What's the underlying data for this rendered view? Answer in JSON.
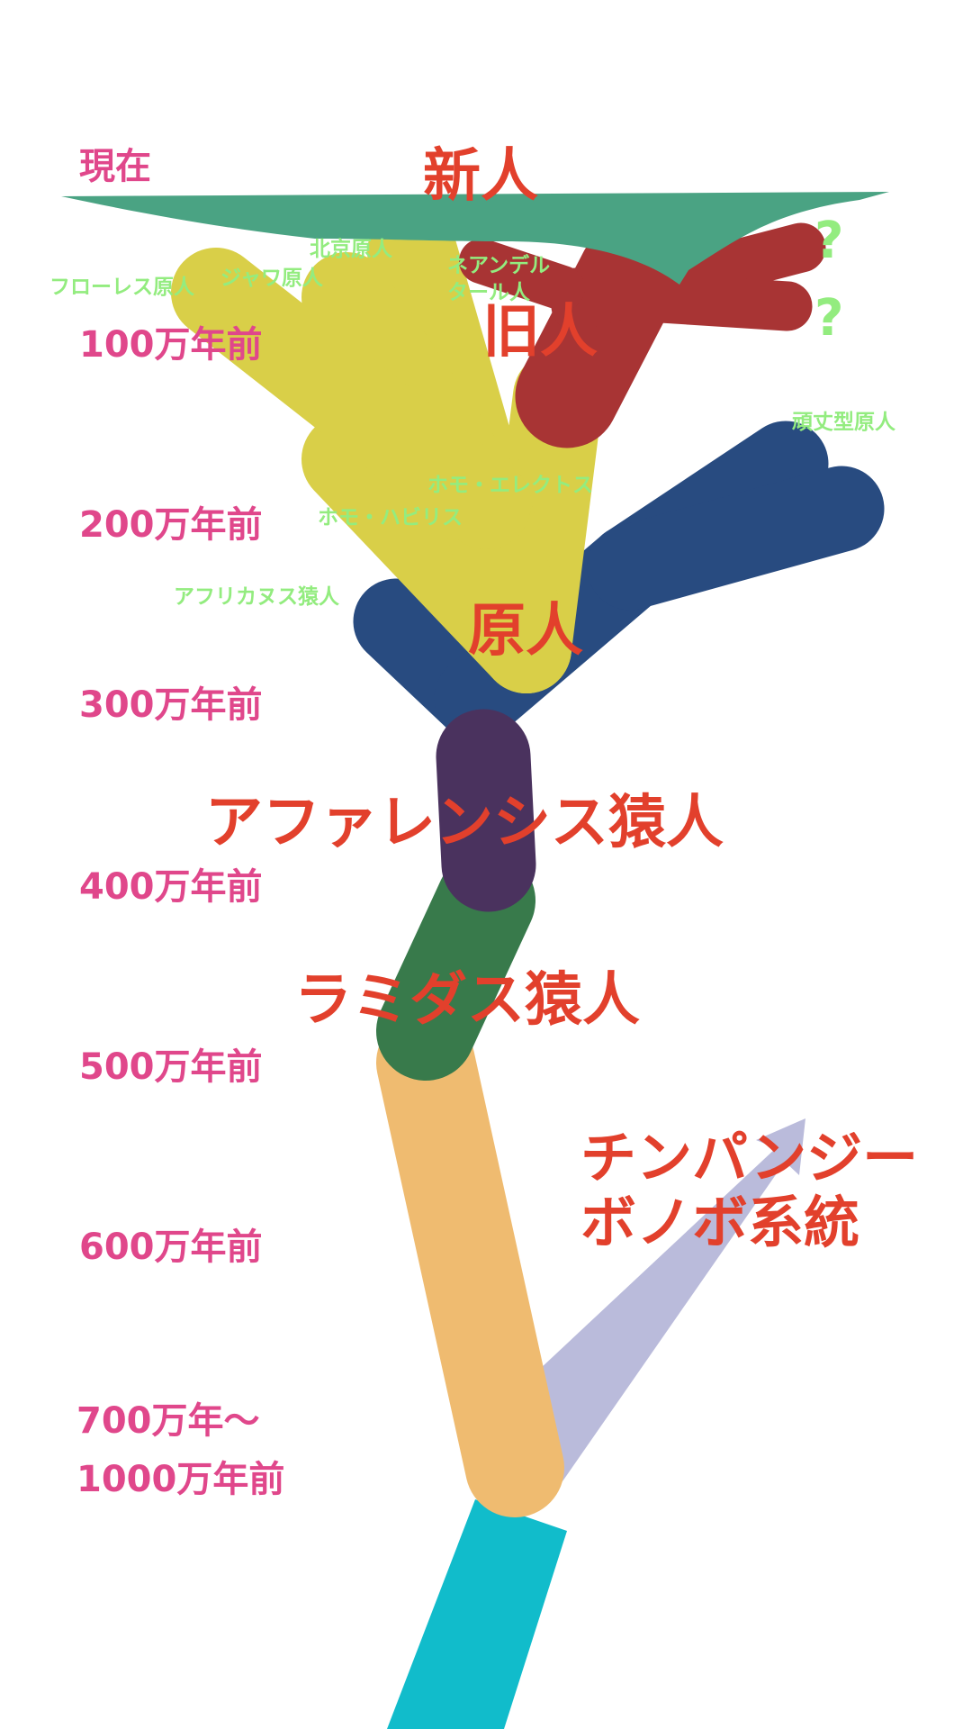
{
  "time_axis": {
    "now": "現在",
    "m1": "100万年前",
    "m2": "200万年前",
    "m3": "300万年前",
    "m4": "400万年前",
    "m5": "500万年前",
    "m6": "600万年前",
    "m7a": "700万年～",
    "m7b": "1000万年前"
  },
  "stages": {
    "shinjin": "新人",
    "kyujin": "旧人",
    "genjin": "原人",
    "afarensis": "アファレンシス猿人",
    "ramidus": "ラミダス猿人",
    "chimp_line1": "チンパンジー",
    "chimp_line2": "ボノボ系統"
  },
  "species": {
    "flores": "フローレス原人",
    "java": "ジャワ原人",
    "peking": "北京原人",
    "neanderthal1": "ネアンデル",
    "neanderthal2": "タール人",
    "robust": "頑丈型原人",
    "erectus": "ホモ・エレクトス",
    "habilis": "ホモ・ハビリス",
    "africanus": "アフリカヌス猿人"
  },
  "unknown_marks": [
    "?",
    "?"
  ],
  "colors": {
    "time_label": "#e0478b",
    "stage_label": "#e2402c",
    "species_label": "#93ec7f",
    "modern_human": "#4aa383",
    "archaic_human": "#a83434",
    "homo_erectus": "#d9cf48",
    "australopith": "#284b80",
    "afarensis": "#4a325e",
    "ramidus": "#387a4b",
    "early_hominin": "#efbb70",
    "common_ancestor": "#11bccb",
    "chimp_bonobo": "#babbdb"
  }
}
